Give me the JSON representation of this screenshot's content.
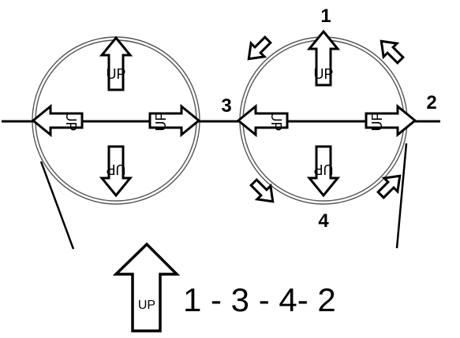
{
  "labels": {
    "pos1": "1",
    "pos2": "2",
    "pos3": "3",
    "pos4": "4",
    "big_arrow": "UP",
    "sequence": "1 - 3 - 4- 2"
  },
  "arrow_marks": {
    "up": "UP"
  },
  "colors": {
    "stroke": "#000000",
    "circle": "#444444",
    "fill": "#ffffff"
  }
}
